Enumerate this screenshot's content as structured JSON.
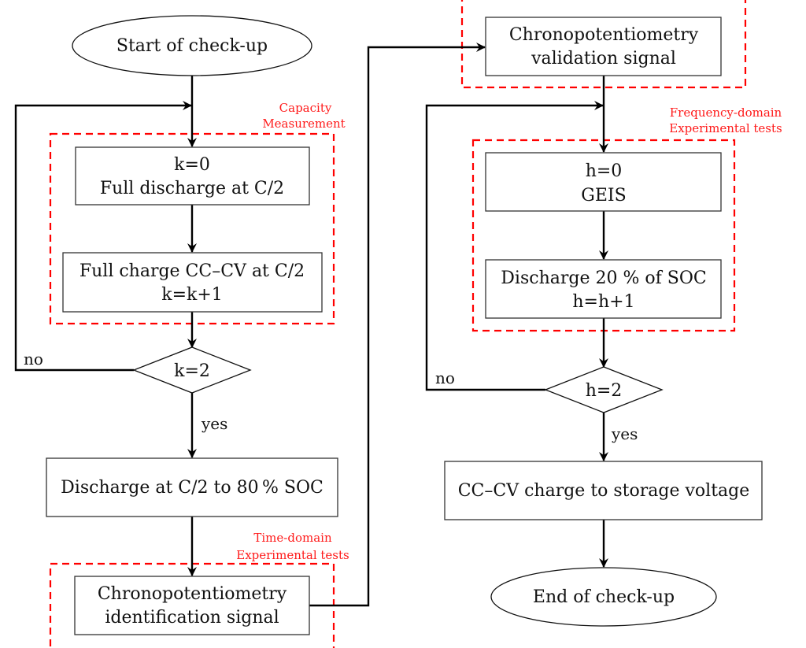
{
  "diagram": {
    "type": "flowchart",
    "colors": {
      "group_border": "#ff0000",
      "group_label": "#ff1a1a",
      "node_border": "#333333",
      "edge": "#000000"
    },
    "groups": {
      "capacity": {
        "label_lines": [
          "Capacity",
          "Measurement"
        ]
      },
      "time_domain": {
        "label_lines": [
          "Time-domain",
          "Experimental tests"
        ]
      },
      "validation": {
        "label_lines": []
      },
      "frequency_domain": {
        "label_lines": [
          "Frequency-domain",
          "Experimental tests"
        ]
      }
    },
    "nodes": {
      "start": {
        "shape": "ellipse",
        "lines": [
          "Start of check-up"
        ]
      },
      "k0": {
        "shape": "rect",
        "lines": [
          "k=0",
          "Full discharge at C/2"
        ]
      },
      "full_charge": {
        "shape": "rect",
        "lines": [
          "Full charge CC–CV at C/2",
          "k=k+1"
        ]
      },
      "k2": {
        "shape": "diamond",
        "lines": [
          "k=2"
        ]
      },
      "discharge80": {
        "shape": "rect",
        "lines": [
          "Discharge at C/2 to 80 % SOC"
        ]
      },
      "chrono_ident": {
        "shape": "rect",
        "lines": [
          "Chronopotentiometry",
          "identification signal"
        ]
      },
      "chrono_valid": {
        "shape": "rect",
        "lines": [
          "Chronopotentiometry",
          "validation signal"
        ]
      },
      "h0": {
        "shape": "rect",
        "lines": [
          "h=0",
          "GEIS"
        ]
      },
      "discharge20": {
        "shape": "rect",
        "lines": [
          "Discharge 20 % of SOC",
          "h=h+1"
        ]
      },
      "h2": {
        "shape": "diamond",
        "lines": [
          "h=2"
        ]
      },
      "cccv_storage": {
        "shape": "rect",
        "lines": [
          "CC–CV charge to storage voltage"
        ]
      },
      "end": {
        "shape": "ellipse",
        "lines": [
          "End of check-up"
        ]
      }
    },
    "edges": [
      {
        "from": "start",
        "to": "k0",
        "label": ""
      },
      {
        "from": "k0",
        "to": "full_charge",
        "label": ""
      },
      {
        "from": "full_charge",
        "to": "k2",
        "label": ""
      },
      {
        "from": "k2",
        "to": "k0",
        "label": "no"
      },
      {
        "from": "k2",
        "to": "discharge80",
        "label": "yes"
      },
      {
        "from": "discharge80",
        "to": "chrono_ident",
        "label": ""
      },
      {
        "from": "chrono_ident",
        "to": "chrono_valid",
        "label": ""
      },
      {
        "from": "chrono_valid",
        "to": "h0",
        "label": ""
      },
      {
        "from": "h0",
        "to": "discharge20",
        "label": ""
      },
      {
        "from": "discharge20",
        "to": "h2",
        "label": ""
      },
      {
        "from": "h2",
        "to": "h0",
        "label": "no"
      },
      {
        "from": "h2",
        "to": "cccv_storage",
        "label": "yes"
      },
      {
        "from": "cccv_storage",
        "to": "end",
        "label": ""
      }
    ]
  }
}
